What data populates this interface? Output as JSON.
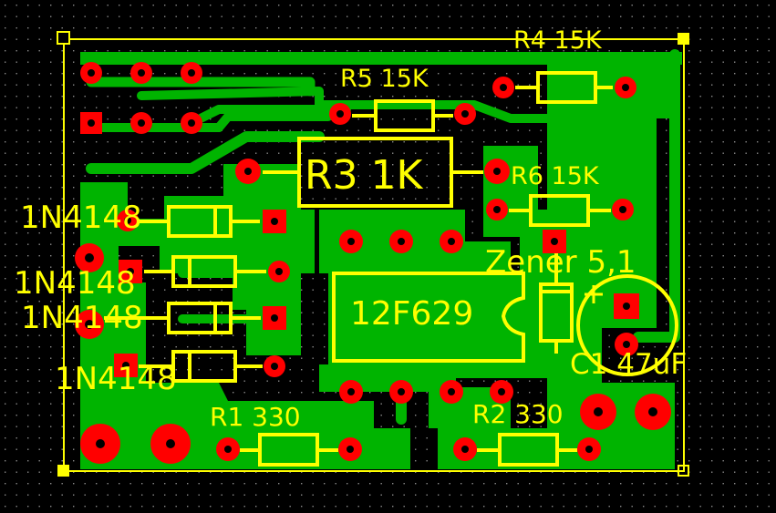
{
  "labels": {
    "r4": "R4 15K",
    "r5": "R5 15K",
    "r3": "R3 1K",
    "r6": "R6 15K",
    "d1": "1N4148",
    "d2": "1N4148",
    "d3": "1N4148",
    "d4": "1N4148",
    "zener": "Zener 5,1",
    "ic": "12F629",
    "c1": "C1 47uF",
    "r1": "R1 330",
    "r2": "R2 330"
  },
  "colors": {
    "background": "#000000",
    "copper": "#00b400",
    "pad": "#ff0000",
    "silkscreen": "#ffff00",
    "grid_dot": "#8a8a8a"
  }
}
